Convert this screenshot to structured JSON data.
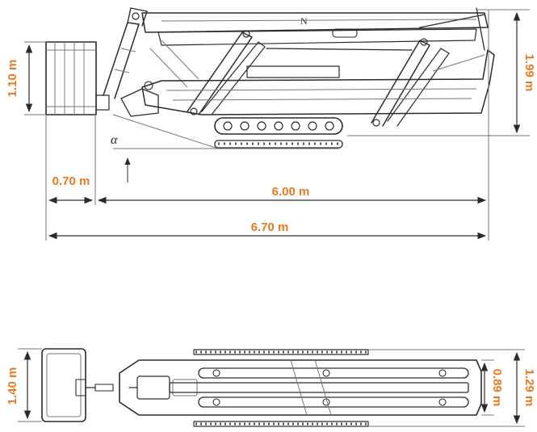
{
  "colors": {
    "dimension_text": "#e87a1e",
    "line": "#2b2b2b",
    "fill": "#f7f7f7",
    "background": "#ffffff"
  },
  "side_view": {
    "platform_height": "1.10 m",
    "machine_height": "1.99 m",
    "platform_overhang": "0.70 m",
    "machine_length": "6.00 m",
    "overall_length": "6.70 m",
    "angle_symbol": "α",
    "boom_mark": "N"
  },
  "top_view": {
    "platform_width": "1.40 m",
    "track_inner_width": "0.89 m",
    "overall_width": "1.29 m"
  }
}
